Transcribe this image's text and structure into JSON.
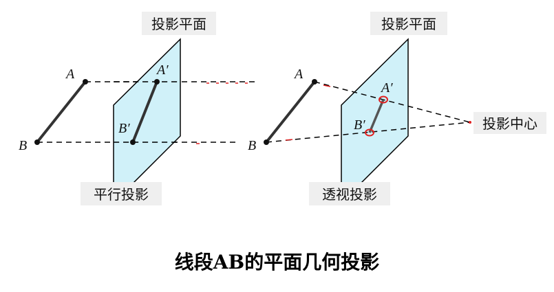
{
  "left_diagram": {
    "plane_label": "投影平面",
    "bottom_label": "平行投影",
    "point_a": "A",
    "point_b": "B",
    "point_a_proj": "A′",
    "point_b_proj": "B′"
  },
  "right_diagram": {
    "plane_label": "投影平面",
    "bottom_label": "透视投影",
    "center_label": "投影中心",
    "point_a": "A",
    "point_b": "B",
    "point_a_proj": "A′",
    "point_b_proj": "B′"
  },
  "caption": "线段AB的平面几何投影",
  "colors": {
    "plane_fill": "#c8eef8",
    "plane_stroke": "#000000",
    "segment": "#333333",
    "dashed": "#000000",
    "marker": "#e02020",
    "label_bg": "#efefef"
  }
}
